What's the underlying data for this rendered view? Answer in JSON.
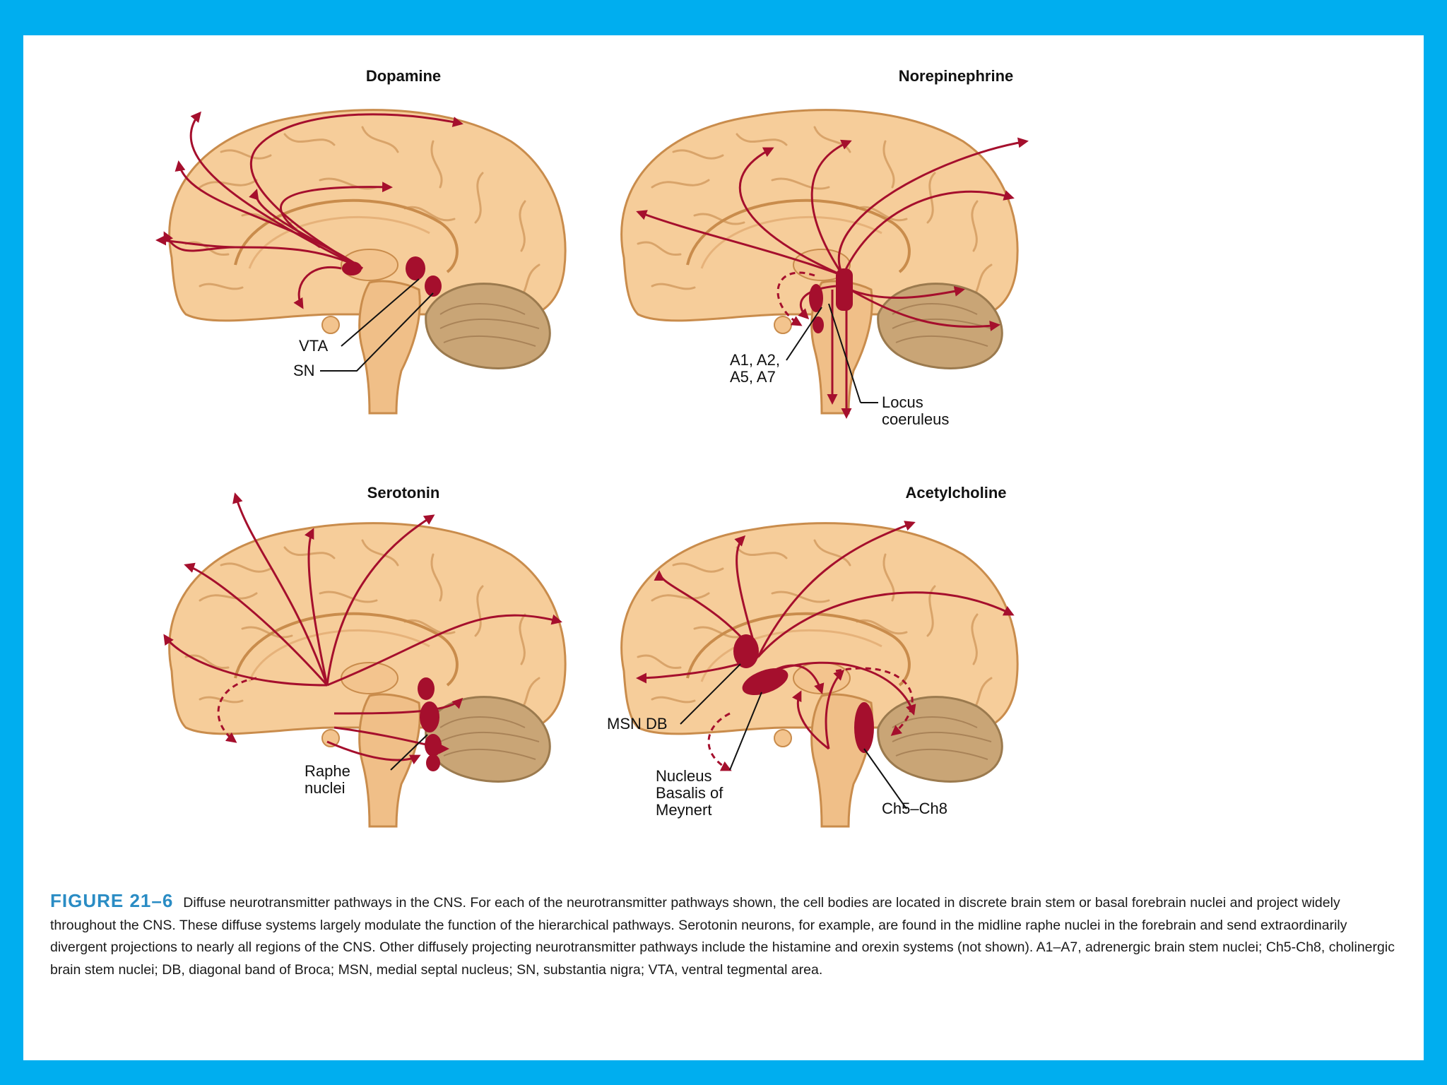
{
  "panels": {
    "dopamine": {
      "title": "Dopamine",
      "labels": {
        "vta": "VTA",
        "sn": "SN"
      }
    },
    "norepinephrine": {
      "title": "Norepinephrine",
      "labels": {
        "a_groups": "A1, A2,\nA5, A7",
        "locus": "Locus\ncoeruleus"
      }
    },
    "serotonin": {
      "title": "Serotonin",
      "labels": {
        "raphe": "Raphe\nnuclei"
      }
    },
    "acetylcholine": {
      "title": "Acetylcholine",
      "labels": {
        "msn_db": "MSN DB",
        "nbm": "Nucleus\nBasalis of\nMeynert",
        "ch": "Ch5–Ch8"
      }
    }
  },
  "caption": {
    "label": "FIGURE 21–6",
    "text": "Diffuse neurotransmitter pathways in the CNS. For each of the neurotransmitter pathways shown, the cell bodies are located in discrete brain stem or basal forebrain nuclei and project widely throughout the CNS. These diffuse systems largely modulate the function of the hierarchical pathways. Serotonin neurons, for example, are found in the midline raphe nuclei in the forebrain and send extraordinarily divergent projections to nearly all regions of the CNS. Other diffusely projecting neurotransmitter pathways include the histamine and orexin systems (not shown). A1–A7, adrenergic brain stem nuclei; Ch5-Ch8, cholinergic brain stem nuclei; DB, diagonal band of Broca; MSN, medial septal nucleus; SN, substantia nigra; VTA, ventral tegmental area."
  },
  "colors": {
    "frame": "#00aeef",
    "brain_fill": "#f6cd9a",
    "brain_stroke": "#c98c4c",
    "cerebellum": "#c9a576",
    "pathway": "#a50f2d",
    "caption_label": "#2a8cc4"
  }
}
